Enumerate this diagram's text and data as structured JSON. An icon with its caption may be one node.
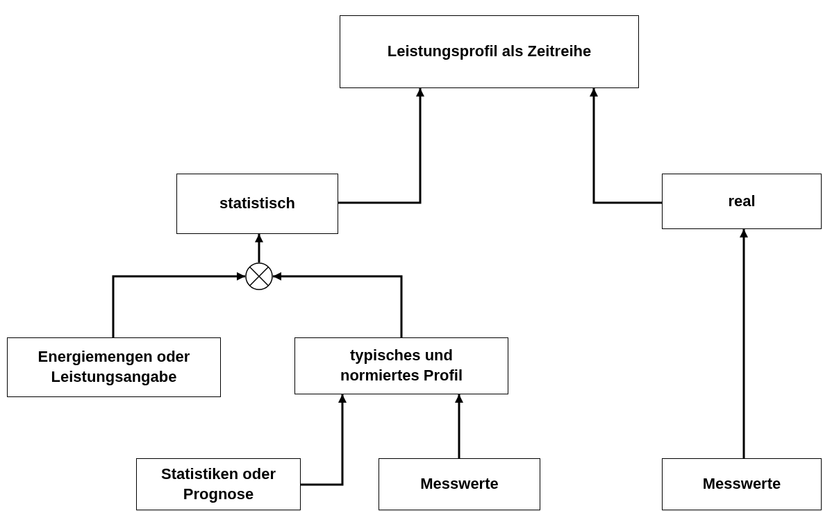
{
  "diagram": {
    "nodes": [
      {
        "text": [
          "Leistungsprofil als Zeitreihe"
        ]
      },
      {
        "text": [
          "statistisch"
        ]
      },
      {
        "text": [
          "real"
        ]
      },
      {
        "text": [],
        "shape": "circle"
      },
      {
        "text": [
          "Energiemengen oder Leistungsangabe"
        ]
      },
      {
        "text": [
          "typisches und normiertes Profil"
        ]
      },
      {
        "text": [
          "Statistiken oder Prognose"
        ]
      },
      {
        "text": [
          "Messwerte"
        ]
      },
      {
        "text": [
          "Messwerte"
        ]
      }
    ],
    "edges": [
      {
        "from": 1,
        "to": 0,
        "arrow": "to"
      },
      {
        "from": 2,
        "to": 0,
        "arrow": "to"
      },
      {
        "from": 3,
        "to": 1,
        "arrow": "to"
      },
      {
        "from": 4,
        "to": 3,
        "arrow": "to"
      },
      {
        "from": 5,
        "to": 3,
        "arrow": "to"
      },
      {
        "from": 6,
        "to": 5,
        "arrow": "to"
      },
      {
        "from": 7,
        "to": 5,
        "arrow": "to"
      },
      {
        "from": 8,
        "to": 2,
        "arrow": "to"
      }
    ]
  }
}
